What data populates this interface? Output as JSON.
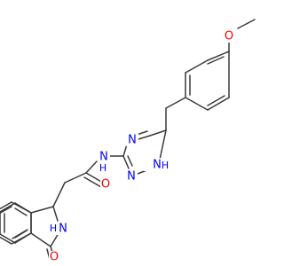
{
  "atom_labels": {
    "methoxy_o": "O",
    "amide_n": "N",
    "amide_h": "H",
    "triazole_n4": "N",
    "triazole_n2": "N",
    "triazole_n1": "N",
    "triazole_h": "H",
    "amide_o": "O",
    "lactam_n": "N",
    "lactam_h": "H",
    "lactam_o": "O"
  },
  "colors": {
    "bond": "#3a3a3a",
    "oxygen": "#ff0000",
    "nitrogen": "#0000ff",
    "carbon": "#3a3a3a"
  }
}
